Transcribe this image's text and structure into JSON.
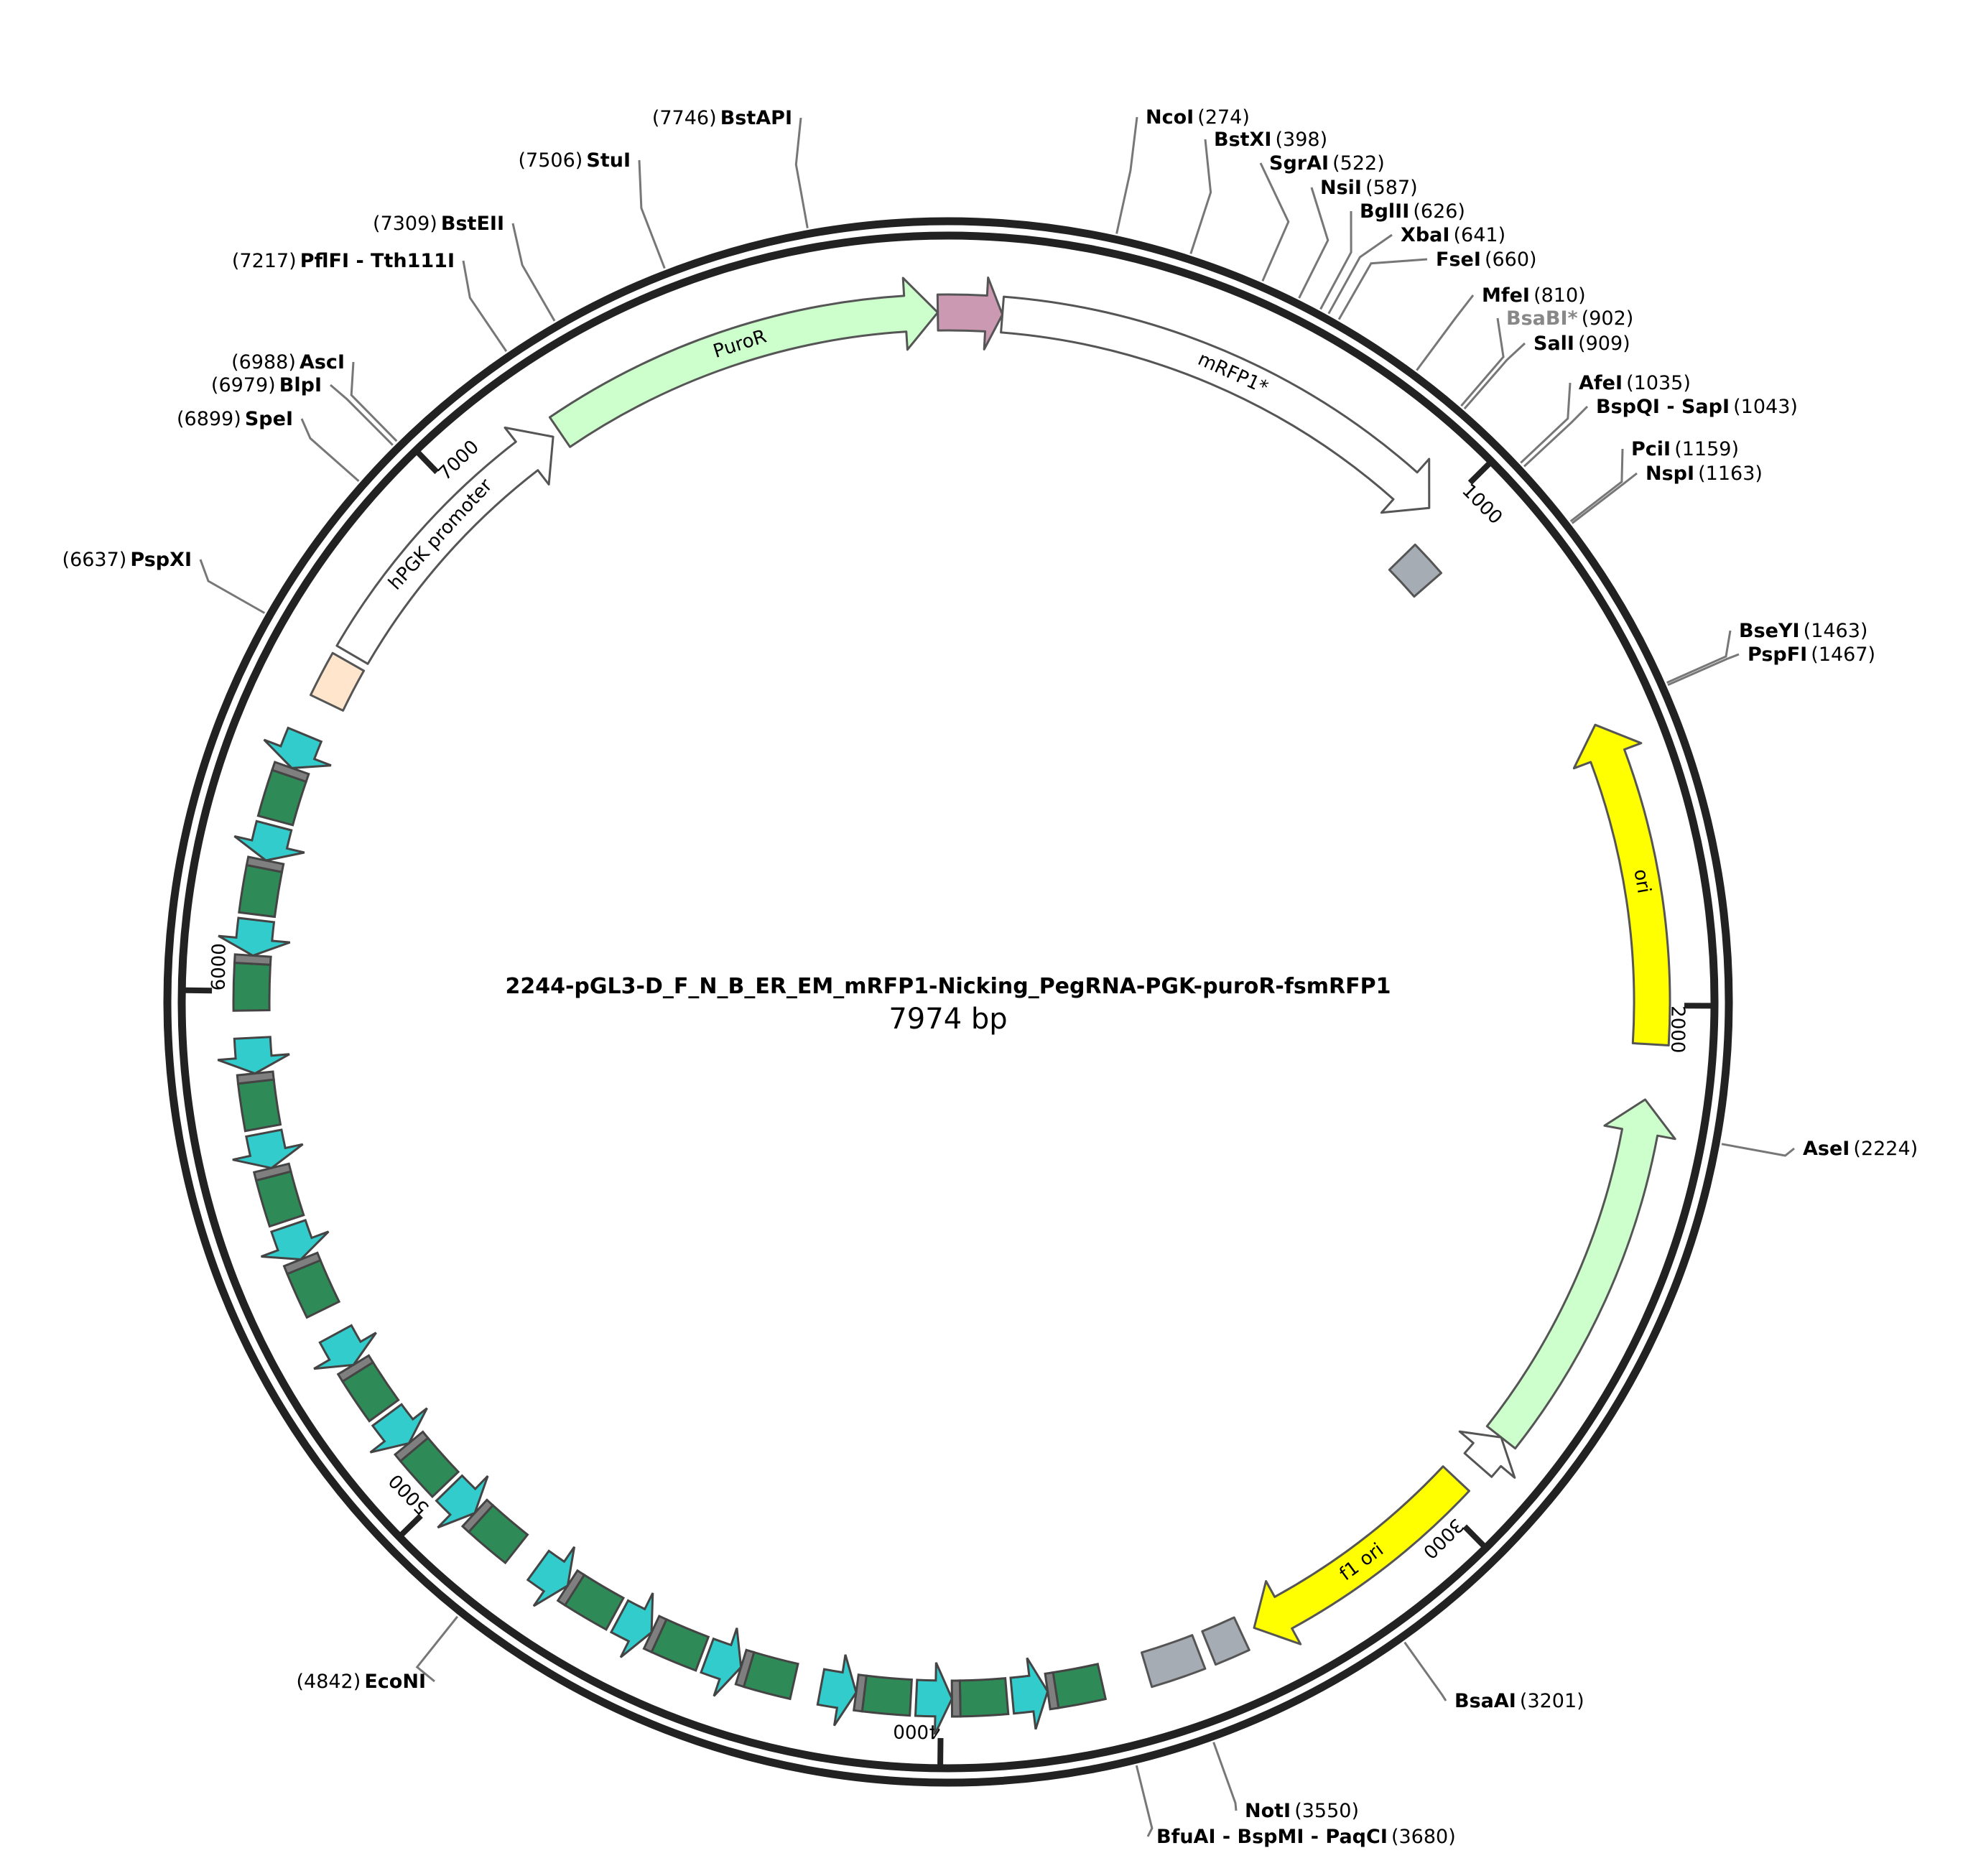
{
  "plasmid": {
    "name": "2244-pGL3-D_F_N_B_ER_EM_mRFP1-Nicking_PegRNA-PGK-puroR-fsmRFP1",
    "length_label": "7974 bp",
    "length": 7974
  },
  "ticks": [
    {
      "bp": 1000,
      "label": "1000"
    },
    {
      "bp": 2000,
      "label": "2000"
    },
    {
      "bp": 3000,
      "label": "3000"
    },
    {
      "bp": 4000,
      "label": "4000"
    },
    {
      "bp": 5000,
      "label": "5000"
    },
    {
      "bp": 6000,
      "label": "6000"
    },
    {
      "bp": 7000,
      "label": "7000"
    }
  ],
  "sites": [
    {
      "name": "NcoI",
      "pos": "(274)",
      "bp": 274
    },
    {
      "name": "BstXI",
      "pos": "(398)",
      "bp": 398
    },
    {
      "name": "SgrAI",
      "pos": "(522)",
      "bp": 522
    },
    {
      "name": "NsiI",
      "pos": "(587)",
      "bp": 587
    },
    {
      "name": "BglII",
      "pos": "(626)",
      "bp": 626
    },
    {
      "name": "XbaI",
      "pos": "(641)",
      "bp": 641
    },
    {
      "name": "FseI",
      "pos": "(660)",
      "bp": 660
    },
    {
      "name": "MfeI",
      "pos": "(810)",
      "bp": 810
    },
    {
      "name": "BsaBI*",
      "pos": "(902)",
      "bp": 902,
      "muted": true
    },
    {
      "name": "SalI",
      "pos": "(909)",
      "bp": 909
    },
    {
      "name": "AfeI",
      "pos": "(1035)",
      "bp": 1035
    },
    {
      "name": "BspQI - SapI",
      "pos": "(1043)",
      "bp": 1043
    },
    {
      "name": "PciI",
      "pos": "(1159)",
      "bp": 1159
    },
    {
      "name": "NspI",
      "pos": "(1163)",
      "bp": 1163
    },
    {
      "name": "BseYI",
      "pos": "(1463)",
      "bp": 1463
    },
    {
      "name": "PspFI",
      "pos": "(1467)",
      "bp": 1467
    },
    {
      "name": "AseI",
      "pos": "(2224)",
      "bp": 2224
    },
    {
      "name": "BsaAI",
      "pos": "(3201)",
      "bp": 3201
    },
    {
      "name": "NotI",
      "pos": "(3550)",
      "bp": 3550
    },
    {
      "name": "BfuAI - BspMI - PaqCI",
      "pos": "(3680)",
      "bp": 3680
    },
    {
      "name": "EcoNI",
      "pos": "(4842)",
      "bp": 4842
    },
    {
      "name": "PspXI",
      "pos": "(6637)",
      "bp": 6637
    },
    {
      "name": "SpeI",
      "pos": "(6899)",
      "bp": 6899
    },
    {
      "name": "BlpI",
      "pos": "(6979)",
      "bp": 6979
    },
    {
      "name": "AscI",
      "pos": "(6988)",
      "bp": 6988
    },
    {
      "name": "PflFI - Tth111I",
      "pos": "(7217)",
      "bp": 7217
    },
    {
      "name": "BstEII",
      "pos": "(7309)",
      "bp": 7309
    },
    {
      "name": "StuI",
      "pos": "(7506)",
      "bp": 7506
    },
    {
      "name": "BstAPI",
      "pos": "(7746)",
      "bp": 7746
    }
  ],
  "features": [
    {
      "label": "mRFP1*",
      "color": "#ffffff"
    },
    {
      "label": "ori",
      "color": "#ffff00"
    },
    {
      "label": "f1 ori",
      "color": "#ffff00"
    },
    {
      "label": "hPGK promoter",
      "color": "#ffffff"
    },
    {
      "label": "PuroR",
      "color": "#ccffcc"
    },
    {
      "label": "",
      "color": "#ccffcc"
    },
    {
      "label": "",
      "color": "#cc99b2"
    },
    {
      "label": "",
      "color": "#ffe5cc"
    },
    {
      "label": "",
      "color": "#a6acb3"
    }
  ],
  "colors": {
    "cds_light": "#ccffcc",
    "ori": "#ffff00",
    "repeat_cyan": "#33cccc",
    "repeat_green": "#2e8b57",
    "spacer_grey": "#7f7f7f",
    "misc_grey": "#a6acb3",
    "promoter": "#ffffff",
    "peach": "#ffe5cc",
    "pink": "#cc99b2"
  }
}
